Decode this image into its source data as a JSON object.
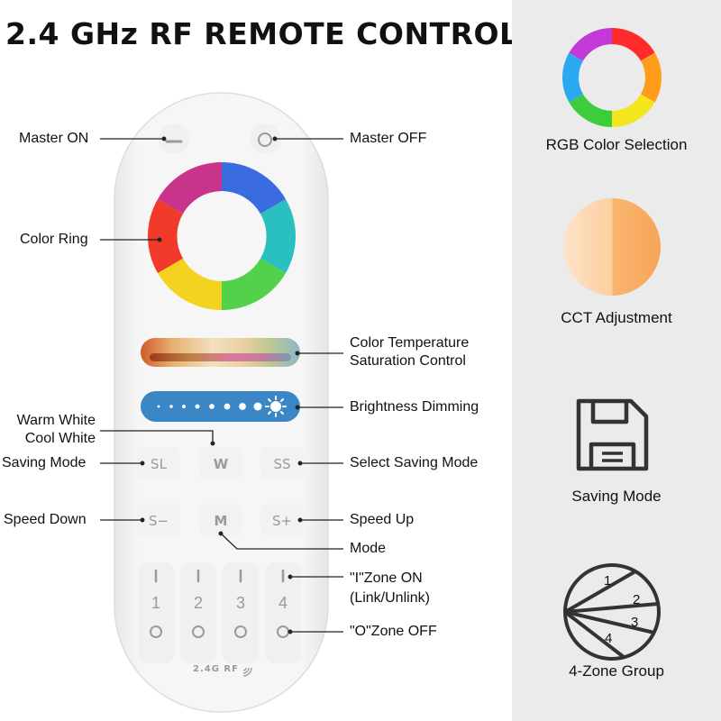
{
  "title": "2.4 GHz RF REMOTE CONTROL",
  "features": [
    {
      "label": "RGB Color Selection",
      "icon": "color-wheel-icon"
    },
    {
      "label": "CCT Adjustment",
      "icon": "cct-gradient-icon"
    },
    {
      "label": "Saving Mode",
      "icon": "floppy-disk-icon"
    },
    {
      "label": "4-Zone Group",
      "icon": "zone-group-icon"
    }
  ],
  "zone_icon_numbers": [
    "1",
    "2",
    "3",
    "4"
  ],
  "callouts": {
    "master_on": "Master ON",
    "master_off": "Master OFF",
    "color_ring": "Color Ring",
    "color_temp_line1": "Color Temperature",
    "color_temp_line2": "Saturation Control",
    "brightness": "Brightness Dimming",
    "warm_white_line1": "Warm White",
    "warm_white_line2": "Cool White",
    "saving_mode": "Saving Mode",
    "select_saving_mode": "Select Saving Mode",
    "speed_down": "Speed Down",
    "speed_up": "Speed Up",
    "mode": "Mode",
    "zone_on_line1": "\"I\"Zone ON",
    "zone_on_line2": "(Link/Unlink)",
    "zone_off": "\"O\"Zone OFF"
  },
  "remote": {
    "buttons": {
      "sl": "SL",
      "w": "W",
      "ss": "SS",
      "s_minus": "S−",
      "m": "M",
      "s_plus": "S+"
    },
    "zones": [
      "1",
      "2",
      "3",
      "4"
    ],
    "logo": "2.4G RF"
  },
  "colors": {
    "panel_bg": "#ebebeb",
    "remote_body": "#f4f4f4",
    "brightness_bar": "#3b86c4",
    "icon_stroke": "#333333"
  }
}
